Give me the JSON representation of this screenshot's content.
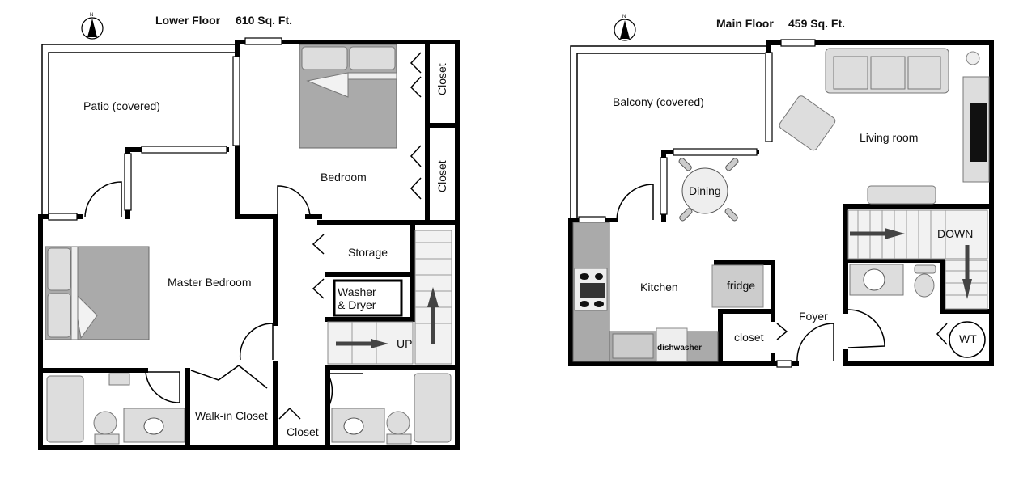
{
  "lower_floor": {
    "title": "Lower Floor",
    "area": "610 Sq. Ft.",
    "compass_label": "N",
    "rooms": {
      "patio": "Patio (covered)",
      "bedroom": "Bedroom",
      "closet_1": "Closet",
      "closet_2": "Closet",
      "master_bedroom": "Master Bedroom",
      "storage": "Storage",
      "washer_dryer_1": "Washer",
      "washer_dryer_2": "& Dryer",
      "stairs_up": "UP",
      "walk_in_closet": "Walk-in Closet",
      "closet_3": "Closet"
    }
  },
  "main_floor": {
    "title": "Main Floor",
    "area": "459 Sq. Ft.",
    "compass_label": "N",
    "rooms": {
      "balcony": "Balcony (covered)",
      "living_room": "Living room",
      "dining": "Dining",
      "kitchen": "Kitchen",
      "fridge": "fridge",
      "dishwasher": "dishwasher",
      "closet": "closet",
      "foyer": "Foyer",
      "stairs_down": "DOWN",
      "water_tank": "WT"
    }
  }
}
